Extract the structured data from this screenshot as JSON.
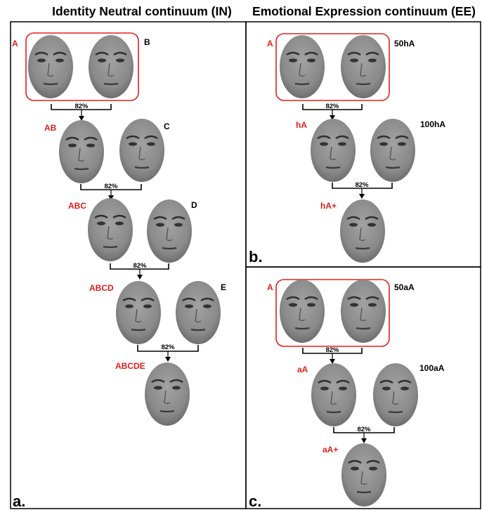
{
  "header": {
    "left_title": "Identity Neutral continuum (IN)",
    "right_title": "Emotional Expression continuum (EE)"
  },
  "panel_a": {
    "label": "a.",
    "steps": [
      {
        "left_label": "A",
        "right_label": "B",
        "percent": "82%"
      },
      {
        "left_label": "AB",
        "right_label": "C",
        "percent": "82%"
      },
      {
        "left_label": "ABC",
        "right_label": "D",
        "percent": "82%"
      },
      {
        "left_label": "ABCD",
        "right_label": "E",
        "percent": "82%"
      }
    ],
    "result_label": "ABCDE"
  },
  "panel_b": {
    "label": "b.",
    "steps": [
      {
        "left_label": "A",
        "right_label": "50hA",
        "percent": "82%"
      },
      {
        "left_label": "hA",
        "right_label": "100hA",
        "percent": "82%"
      }
    ],
    "result_label": "hA+"
  },
  "panel_c": {
    "label": "c.",
    "steps": [
      {
        "left_label": "A",
        "right_label": "50aA",
        "percent": "82%"
      },
      {
        "left_label": "aA",
        "right_label": "100aA",
        "percent": "82%"
      }
    ],
    "result_label": "aA+"
  },
  "colors": {
    "label_red": "#e0201b",
    "frame": "#000000",
    "face": "#8a8a8a"
  }
}
